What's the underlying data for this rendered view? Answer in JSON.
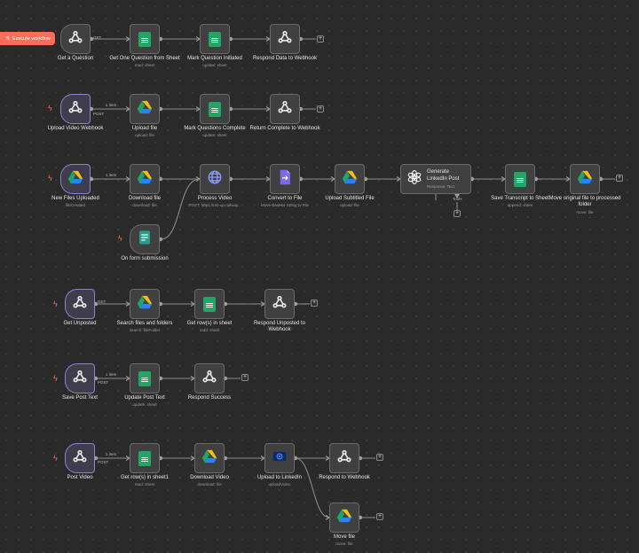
{
  "toolbar": {
    "execute_label": "Execute workflow"
  },
  "colors": {
    "accent": "#ff6d5a",
    "sheets": "#23a566",
    "webhook_border": "#8c85c9",
    "node_bg": "#404040"
  },
  "rows": [
    {
      "nodes": [
        {
          "icon": "webhook-icon",
          "title": "Get a Question",
          "sub": ""
        },
        {
          "icon": "sheets-icon",
          "title": "Get One Question from Sheet",
          "sub": "read: sheet"
        },
        {
          "icon": "sheets-icon",
          "title": "Mark Question Initiated",
          "sub": "update: sheet"
        },
        {
          "icon": "webhook-icon",
          "title": "Respond Data to Webhook",
          "sub": ""
        }
      ],
      "edge_labels": [
        "GET"
      ]
    },
    {
      "nodes": [
        {
          "icon": "webhook-icon",
          "title": "Upload Video Webhook",
          "sub": ""
        },
        {
          "icon": "drive-icon",
          "title": "Upload file",
          "sub": "upload: file"
        },
        {
          "icon": "sheets-icon",
          "title": "Mark Questions Complete",
          "sub": "update: sheet"
        },
        {
          "icon": "webhook-icon",
          "title": "Return Complete to Webhook",
          "sub": ""
        }
      ],
      "edge_labels": [
        "1 item",
        "POST"
      ]
    },
    {
      "nodes": [
        {
          "icon": "drive-icon",
          "title": "New Files Uploaded",
          "sub": "fileCreated"
        },
        {
          "icon": "drive-icon",
          "title": "Download file",
          "sub": "download: file"
        },
        {
          "icon": "globe-icon",
          "title": "Process Video",
          "sub": "POST: https://nrs-up.railway..."
        },
        {
          "icon": "convert-icon",
          "title": "Convert to File",
          "sub": "Move Base64 String to File"
        },
        {
          "icon": "drive-icon",
          "title": "Upload Subtitled File",
          "sub": "upload: file"
        },
        {
          "icon": "openai-icon",
          "title": "Generate LinkedIn Post",
          "sub": "Response: Text"
        },
        {
          "icon": "sheets-icon",
          "title": "Save Transcript to Sheet",
          "sub": "append: sheet"
        },
        {
          "icon": "drive-icon",
          "title": "Move original file to processed folder",
          "sub": "move: file"
        }
      ],
      "edge_labels": [
        "1 item"
      ],
      "extra": {
        "form_title": "On form submission",
        "tools_label": "Tools"
      }
    },
    {
      "nodes": [
        {
          "icon": "webhook-icon",
          "title": "Get Unposted",
          "sub": ""
        },
        {
          "icon": "drive-icon",
          "title": "Search files and folders",
          "sub": "search: fileFolder"
        },
        {
          "icon": "sheets-icon",
          "title": "Get row(s) in sheet",
          "sub": "read: sheet"
        },
        {
          "icon": "webhook-icon",
          "title": "Respond Unposted to Webhook",
          "sub": ""
        }
      ],
      "edge_labels": [
        "GET"
      ]
    },
    {
      "nodes": [
        {
          "icon": "webhook-icon",
          "title": "Save Post Text",
          "sub": ""
        },
        {
          "icon": "sheets-icon",
          "title": "Update Post Text",
          "sub": "update: sheet"
        },
        {
          "icon": "webhook-icon",
          "title": "Respond Success",
          "sub": ""
        }
      ],
      "edge_labels": [
        "1 item",
        "POST"
      ]
    },
    {
      "nodes": [
        {
          "icon": "webhook-icon",
          "title": "Post Video",
          "sub": ""
        },
        {
          "icon": "sheets-icon",
          "title": "Get row(s) in sheet1",
          "sub": "read: sheet"
        },
        {
          "icon": "drive-icon",
          "title": "Download Video",
          "sub": "download: file"
        },
        {
          "icon": "linkedin-icon",
          "title": "Upload to LinkedIn",
          "sub": "uploadVideo"
        },
        {
          "icon": "webhook-icon",
          "title": "Respond to Webhook",
          "sub": ""
        },
        {
          "icon": "drive-icon",
          "title": "Move file",
          "sub": "move: file"
        }
      ],
      "edge_labels": [
        "1 item",
        "POST"
      ]
    }
  ]
}
